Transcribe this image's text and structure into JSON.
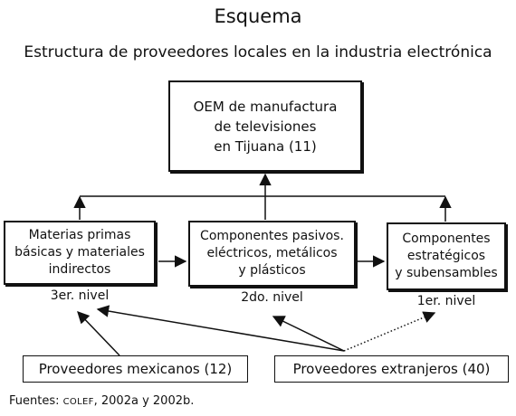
{
  "header": {
    "title": "Esquema",
    "subtitle": "Estructura de proveedores locales en la industria electrónica"
  },
  "nodes": {
    "oem": [
      "OEM de manufactura",
      "de televisiones",
      "en Tijuana (11)"
    ],
    "materias": [
      "Materias primas",
      "básicas y materiales",
      "indirectos"
    ],
    "componentes_pasivos": [
      "Componentes pasivos.",
      "eléctricos, metálicos",
      "y plásticos"
    ],
    "componentes_estrategicos": [
      "Componentes",
      "estratégicos",
      "y subensambles"
    ],
    "mexicanos": "Proveedores mexicanos (12)",
    "extranjeros": "Proveedores extranjeros (40)"
  },
  "levels": {
    "third": "3er. nivel",
    "second": "2do. nivel",
    "first": "1er. nivel"
  },
  "source": {
    "prefix": "Fuentes: ",
    "org": "COLEF",
    "rest": ", 2002a y 2002b."
  }
}
